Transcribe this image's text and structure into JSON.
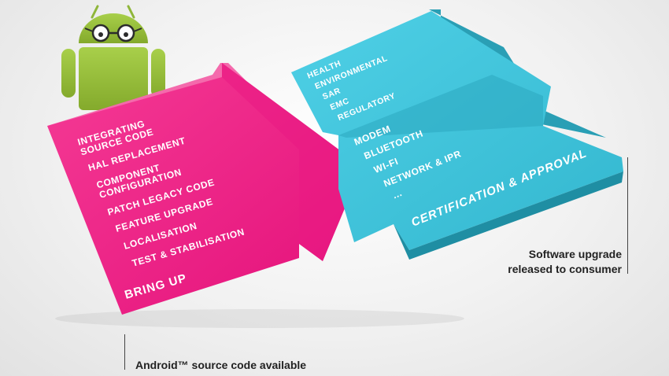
{
  "colors": {
    "pink": "#f0157f",
    "pink_dark": "#c40d64",
    "cyan": "#3ec6dc",
    "cyan_dark": "#2aa0b6",
    "android_green": "#97c03d"
  },
  "icons": {
    "mascot": "android-robot-icon"
  },
  "bring_up": {
    "label": "BRING UP",
    "items": [
      "INTEGRATING",
      "SOURCE CODE",
      "HAL REPLACEMENT",
      "COMPONENT",
      "CONFIGURATION",
      "PATCH LEGACY CODE",
      "FEATURE UPGRADE",
      "LOCALISATION",
      "TEST & STABILISATION"
    ]
  },
  "certification": {
    "label": "CERTIFICATION & APPROVAL",
    "group1": [
      "HEALTH",
      "ENVIRONMENTAL",
      "SAR",
      "EMC",
      "REGULATORY"
    ],
    "group2": [
      "MODEM",
      "BLUETOOTH",
      "WI-FI",
      "NETWORK & IPR",
      "..."
    ]
  },
  "captions": {
    "start": "Android™ source code available",
    "end_line1": "Software upgrade",
    "end_line2": "released to consumer"
  }
}
